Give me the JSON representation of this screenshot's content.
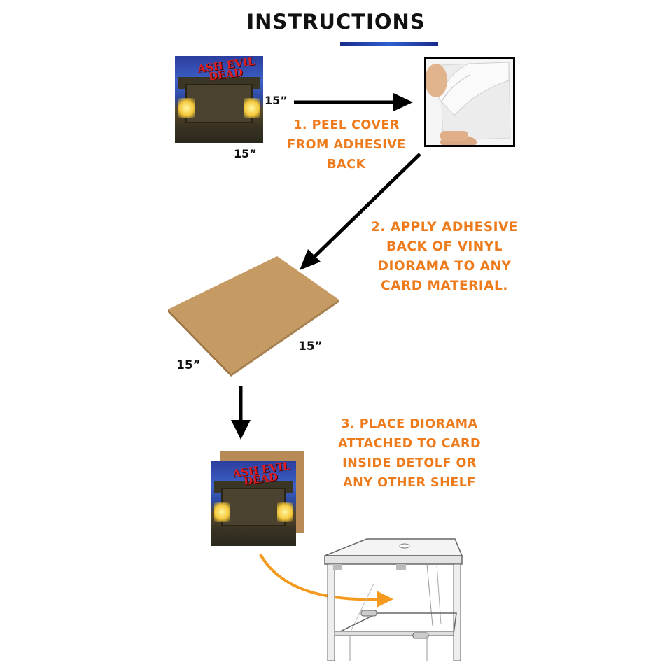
{
  "header": {
    "title": "INSTRUCTIONS"
  },
  "dimensions": {
    "width": "15”",
    "height": "15”"
  },
  "poster": {
    "logo_line1": "ASH",
    "logo_line2": "EVIL",
    "logo_line3": "DEAD"
  },
  "steps": [
    {
      "text": "1. PEEL COVER\nFROM ADHESIVE\nBACK"
    },
    {
      "text": "2. APPLY ADHESIVE\nBACK OF VINYL\nDIORAMA TO ANY\nCARD MATERIAL."
    },
    {
      "text": "3. PLACE DIORAMA\nATTACHED TO CARD\nINSIDE DETOLF OR\nANY OTHER SHELF"
    }
  ],
  "colors": {
    "step_text": "#ee7b1b",
    "arrow": "#000000",
    "curved_arrow": "#f39a1f",
    "card": "#c59a62"
  },
  "icons": [
    "arrow-right-icon",
    "arrow-diagonal-icon",
    "arrow-down-icon",
    "curved-arrow-icon"
  ]
}
